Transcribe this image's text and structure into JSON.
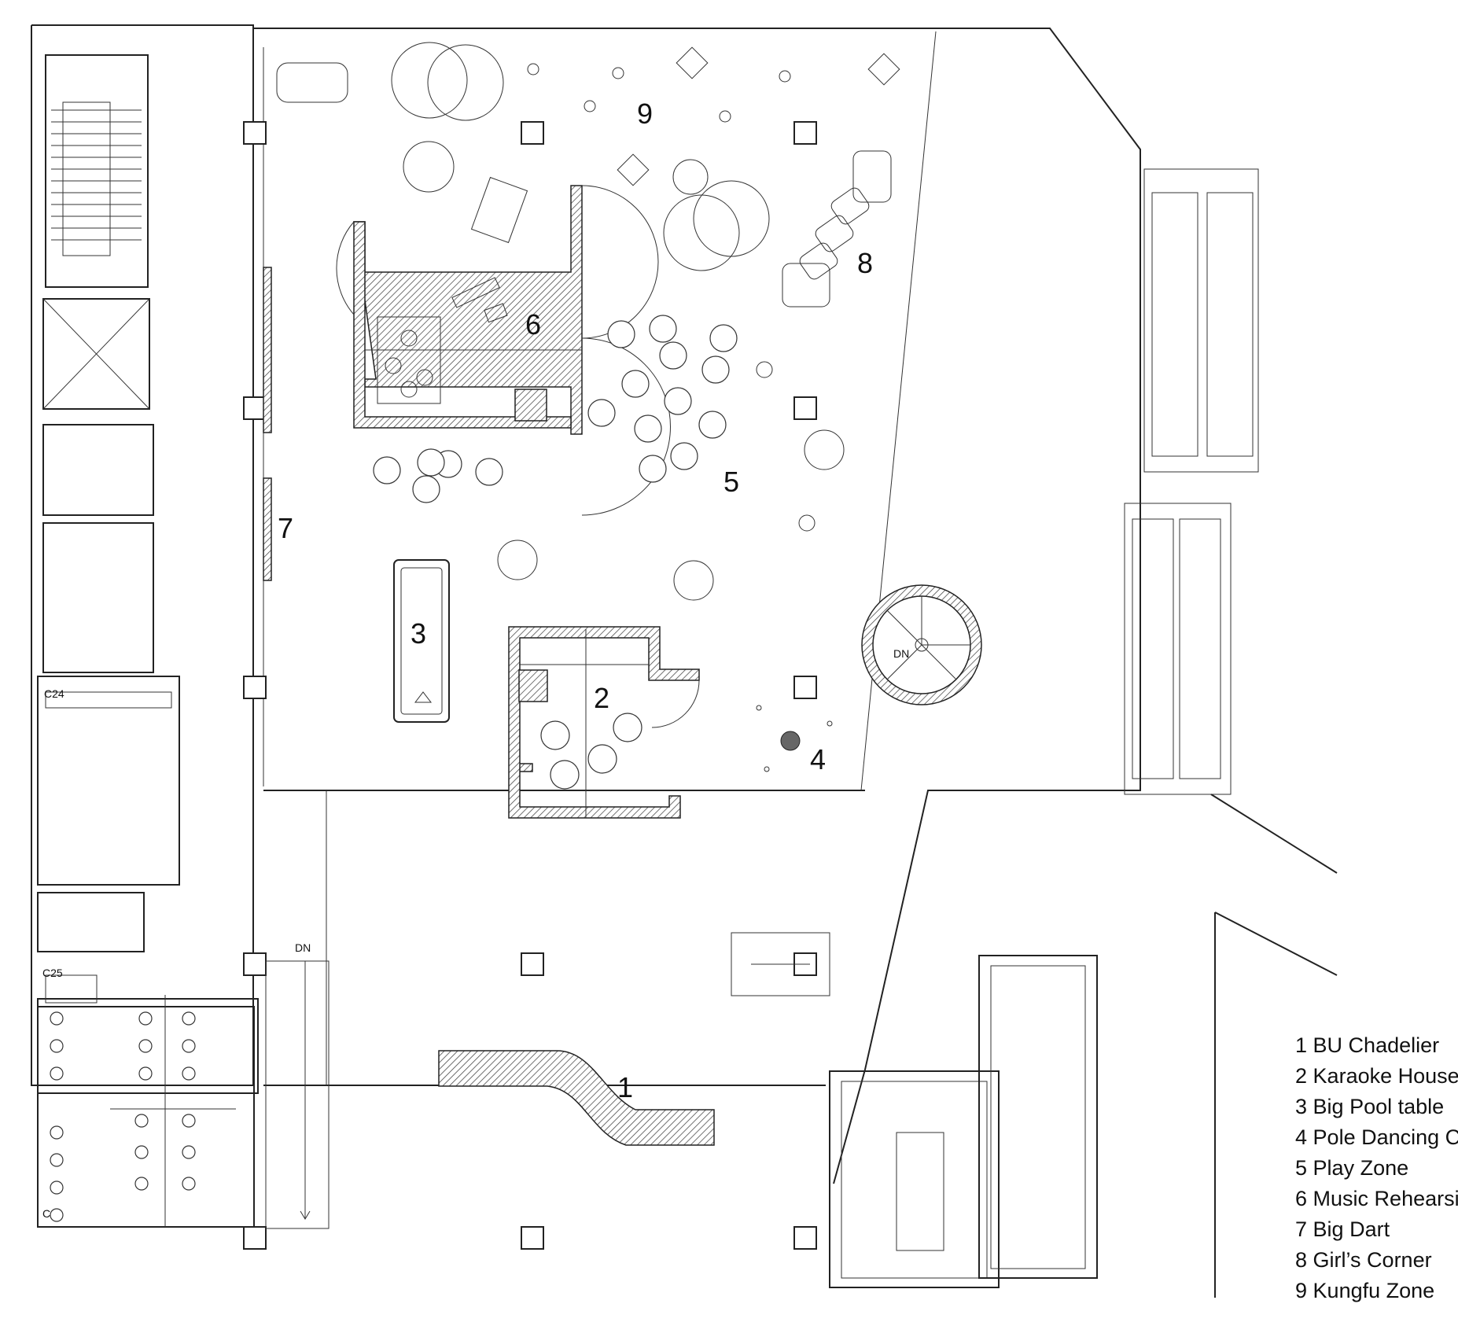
{
  "zones": [
    {
      "number": "1",
      "name": "BU Chadelier"
    },
    {
      "number": "2",
      "name": "Karaoke House"
    },
    {
      "number": "3",
      "name": "Big Pool table"
    },
    {
      "number": "4",
      "name": "Pole Dancing C"
    },
    {
      "number": "5",
      "name": "Play Zone"
    },
    {
      "number": "6",
      "name": "Music Rehearsi"
    },
    {
      "number": "7",
      "name": "Big Dart"
    },
    {
      "number": "8",
      "name": "Girl’s Corner"
    },
    {
      "number": "9",
      "name": "Kungfu Zone"
    }
  ],
  "stair_labels": {
    "spiral_down": "DN",
    "main_stair_down": "DN"
  },
  "room_tags": [
    "C24",
    "C25",
    "C24"
  ]
}
